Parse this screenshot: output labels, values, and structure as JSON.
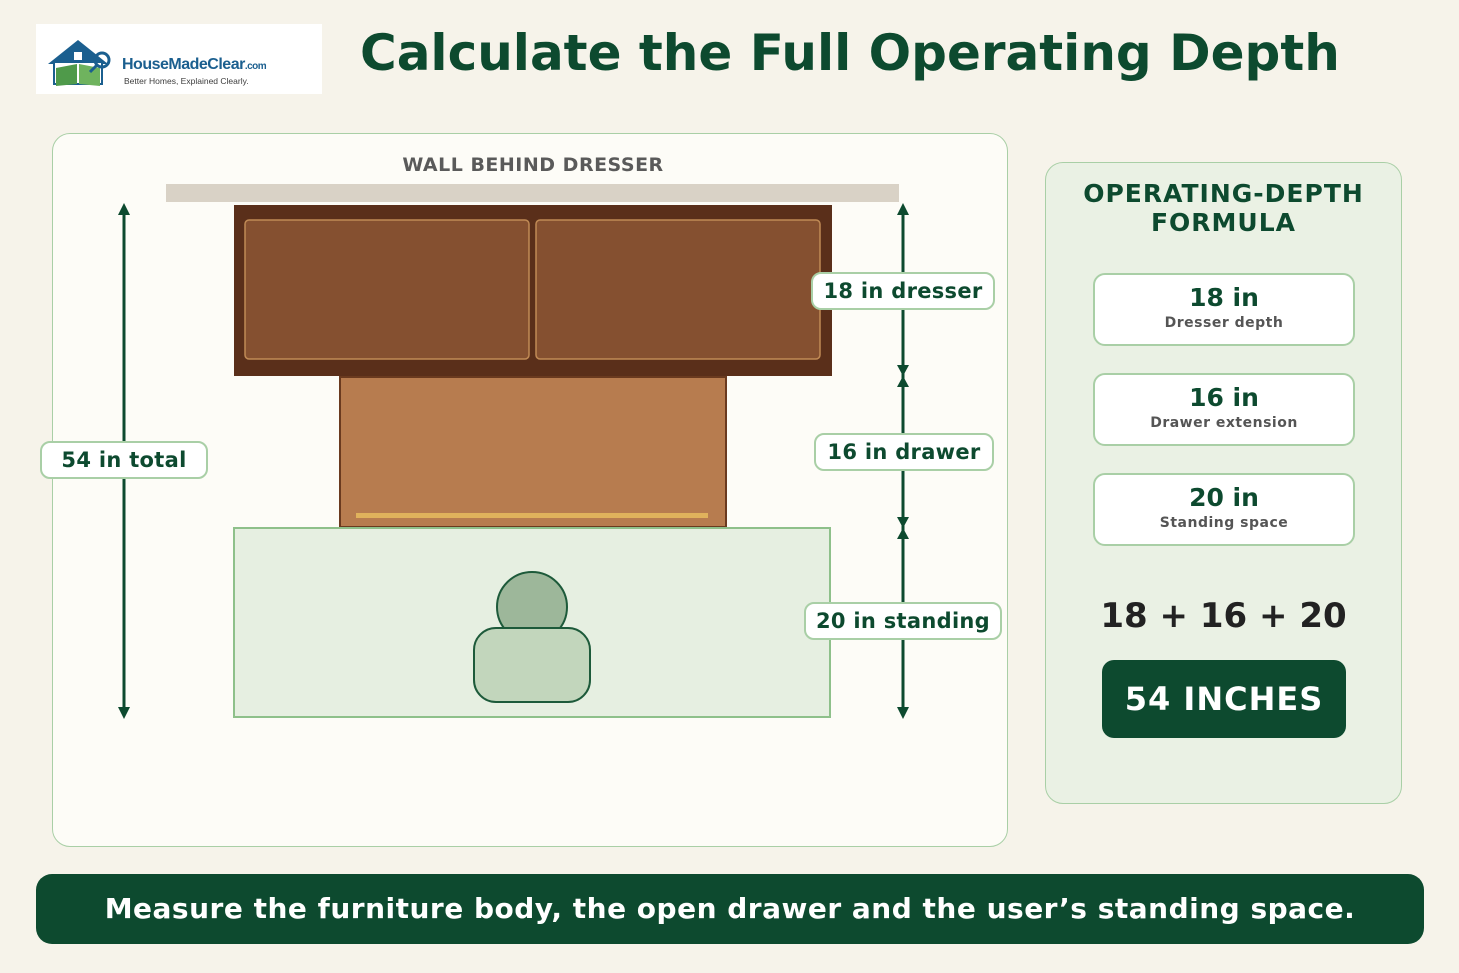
{
  "logo": {
    "name": "HouseMadeClear",
    "domain": ".com",
    "tagline": "Better Homes, Explained Clearly."
  },
  "title": "Calculate the Full Operating Depth",
  "diagram": {
    "wall_label": "WALL BEHIND DRESSER",
    "total_label": "54 in total",
    "segments": [
      {
        "label": "18 in dresser",
        "value": 18
      },
      {
        "label": "16 in drawer",
        "value": 16
      },
      {
        "label": "20 in standing",
        "value": 20
      }
    ]
  },
  "formula": {
    "title_line1": "OPERATING-DEPTH",
    "title_line2": "FORMULA",
    "cards": [
      {
        "value": "18 in",
        "label": "Dresser depth"
      },
      {
        "value": "16 in",
        "label": "Drawer extension"
      },
      {
        "value": "20 in",
        "label": "Standing space"
      }
    ],
    "equation": "18 + 16 + 20",
    "result": "54 INCHES"
  },
  "banner": "Measure the furniture body, the open drawer and the user’s standing space.",
  "colors": {
    "brand_green": "#0d4a2f",
    "panel_border": "#a9cfa6",
    "dresser_dark": "#5a2f1a",
    "dresser_body": "#855030",
    "drawer": "#b77c4f",
    "standing_area": "#e6efe1"
  }
}
